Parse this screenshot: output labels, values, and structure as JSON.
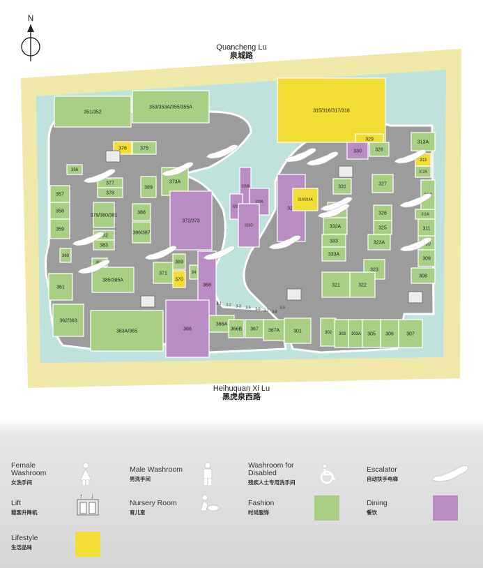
{
  "compass": {
    "label": "N"
  },
  "streets": {
    "north": {
      "en": "Quancheng Lu",
      "cn": "泉城路"
    },
    "south": {
      "en": "Heihuquan Xi Lu",
      "cn": "黑虎泉西路"
    }
  },
  "colors": {
    "fashion": "#a9cf85",
    "dining": "#b98cc6",
    "lifestyle": "#f2dd35",
    "corridor": "#9c9c9c",
    "outer_zone": "#efe8a9",
    "water": "#bfe3dc",
    "outline": "#ffffff"
  },
  "units": [
    {
      "label": "351/352",
      "category": "fashion"
    },
    {
      "label": "353/353A/355/355A",
      "category": "fashion"
    },
    {
      "label": "315/316/317/318",
      "category": "lifestyle"
    },
    {
      "label": "376",
      "category": "lifestyle"
    },
    {
      "label": "375",
      "category": "fashion"
    },
    {
      "label": "356",
      "category": "fashion"
    },
    {
      "label": "377",
      "category": "fashion"
    },
    {
      "label": "378",
      "category": "fashion"
    },
    {
      "label": "389",
      "category": "fashion"
    },
    {
      "label": "373A",
      "category": "fashion"
    },
    {
      "label": "357",
      "category": "fashion"
    },
    {
      "label": "358",
      "category": "fashion"
    },
    {
      "label": "359",
      "category": "fashion"
    },
    {
      "label": "379/380/381",
      "category": "fashion"
    },
    {
      "label": "382",
      "category": "fashion"
    },
    {
      "label": "383",
      "category": "fashion"
    },
    {
      "label": "388",
      "category": "fashion"
    },
    {
      "label": "386/387",
      "category": "fashion"
    },
    {
      "label": "372/373",
      "category": "dining"
    },
    {
      "label": "360",
      "category": "fashion"
    },
    {
      "label": "383A",
      "category": "fashion"
    },
    {
      "label": "385/385A",
      "category": "fashion"
    },
    {
      "label": "371",
      "category": "fashion"
    },
    {
      "label": "369",
      "category": "fashion"
    },
    {
      "label": "370",
      "category": "lifestyle"
    },
    {
      "label": "34",
      "category": "fashion"
    },
    {
      "label": "368",
      "category": "dining"
    },
    {
      "label": "361",
      "category": "fashion"
    },
    {
      "label": "362/363",
      "category": "fashion"
    },
    {
      "label": "363A/365",
      "category": "fashion"
    },
    {
      "label": "366",
      "category": "dining"
    },
    {
      "label": "366A",
      "category": "fashion"
    },
    {
      "label": "366B",
      "category": "fashion"
    },
    {
      "label": "367",
      "category": "fashion"
    },
    {
      "label": "367A",
      "category": "fashion"
    },
    {
      "label": "320B",
      "category": "dining"
    },
    {
      "label": "320C",
      "category": "dining"
    },
    {
      "label": "320A",
      "category": "dining"
    },
    {
      "label": "320D",
      "category": "dining"
    },
    {
      "label": "320",
      "category": "dining"
    },
    {
      "label": "319/319A",
      "category": "lifestyle"
    },
    {
      "label": "329",
      "category": "lifestyle"
    },
    {
      "label": "330",
      "category": "dining"
    },
    {
      "label": "328",
      "category": "fashion"
    },
    {
      "label": "313A",
      "category": "fashion"
    },
    {
      "label": "313",
      "category": "lifestyle"
    },
    {
      "label": "312A",
      "category": "fashion"
    },
    {
      "label": "312",
      "category": "fashion"
    },
    {
      "label": "311A",
      "category": "fashion"
    },
    {
      "label": "311",
      "category": "fashion"
    },
    {
      "label": "310",
      "category": "fashion"
    },
    {
      "label": "309",
      "category": "fashion"
    },
    {
      "label": "308",
      "category": "fashion"
    },
    {
      "label": "331",
      "category": "fashion"
    },
    {
      "label": "327",
      "category": "fashion"
    },
    {
      "label": "332",
      "category": "fashion"
    },
    {
      "label": "326",
      "category": "fashion"
    },
    {
      "label": "332A",
      "category": "fashion"
    },
    {
      "label": "325",
      "category": "fashion"
    },
    {
      "label": "333",
      "category": "fashion"
    },
    {
      "label": "323A",
      "category": "fashion"
    },
    {
      "label": "333A",
      "category": "fashion"
    },
    {
      "label": "323",
      "category": "fashion"
    },
    {
      "label": "321",
      "category": "fashion"
    },
    {
      "label": "322",
      "category": "fashion"
    },
    {
      "label": "301",
      "category": "fashion"
    },
    {
      "label": "302",
      "category": "fashion"
    },
    {
      "label": "303",
      "category": "fashion"
    },
    {
      "label": "303A",
      "category": "fashion"
    },
    {
      "label": "305",
      "category": "fashion"
    },
    {
      "label": "306",
      "category": "fashion"
    },
    {
      "label": "307",
      "category": "fashion"
    },
    {
      "label": "3-1",
      "category": "corridor"
    },
    {
      "label": "3-2",
      "category": "corridor"
    },
    {
      "label": "3-3",
      "category": "corridor"
    },
    {
      "label": "3-5",
      "category": "corridor"
    },
    {
      "label": "3-6",
      "category": "corridor"
    },
    {
      "label": "3-7",
      "category": "corridor"
    },
    {
      "label": "3-8",
      "category": "corridor"
    },
    {
      "label": "3-9",
      "category": "corridor"
    },
    {
      "label": "312A",
      "category": "fashion"
    },
    {
      "label": "312",
      "category": "fashion"
    }
  ],
  "legend": {
    "female_washroom": {
      "en": "Female\nWashroom",
      "cn": "女洗手间",
      "icon": "female-figure-icon"
    },
    "male_washroom": {
      "en": "Male Washroom",
      "cn": "男洗手间",
      "icon": "male-figure-icon"
    },
    "washroom_disabled": {
      "en": "Washroom for\nDisabled",
      "cn": "残疾人士专用洗手间",
      "icon": "wheelchair-icon"
    },
    "escalator": {
      "en": "Escalator",
      "cn": "自动扶手电梯",
      "icon": "escalator-icon"
    },
    "lift": {
      "en": "Lift",
      "cn": "载客升降机",
      "icon": "lift-icon"
    },
    "nursery": {
      "en": "Nursery Room",
      "cn": "育儿室",
      "icon": "nursery-icon"
    },
    "fashion": {
      "en": "Fashion",
      "cn": "时尚服饰"
    },
    "dining": {
      "en": "Dining",
      "cn": "餐饮"
    },
    "lifestyle": {
      "en": "Lifestyle",
      "cn": "生活品味"
    }
  }
}
